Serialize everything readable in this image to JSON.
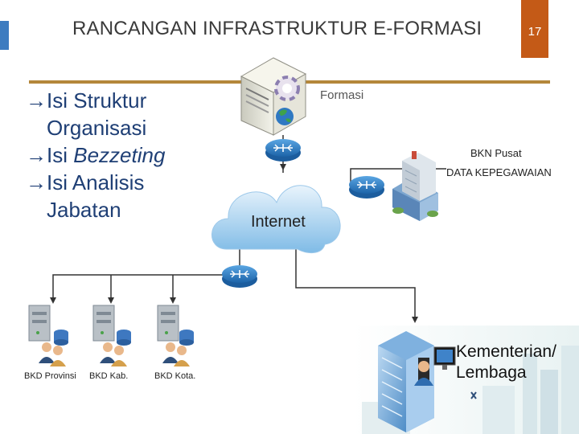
{
  "slide": {
    "title": "RANCANGAN INFRASTRUKTUR  E-FORMASI",
    "page_number": "17"
  },
  "bullets": {
    "b1_line1": "→Isi Struktur",
    "b1_line2": "Organisasi",
    "b2_arrow": "→Isi ",
    "b2_italic": "Bezzeting",
    "b3_line1": "→Isi Analisis",
    "b3_line2": "Jabatan"
  },
  "nodes": {
    "formasi": "Formasi",
    "bkn_pusat": "BKN Pusat",
    "data_kepegawaian": "DATA KEPEGAWAIAN",
    "internet": "Internet",
    "bkd_provinsi": "BKD Provinsi",
    "bkd_kab": "BKD Kab.",
    "bkd_kota": "BKD Kota.",
    "kementerian_line1": "Kementerian/",
    "kementerian_line2": "Lembaga"
  },
  "colors": {
    "accent_blue": "#3d7cc0",
    "badge_orange": "#c45a17",
    "rule_gold": "#b4873a",
    "bullet_text": "#1f3f75",
    "router_blue": "#2a7fc9"
  }
}
